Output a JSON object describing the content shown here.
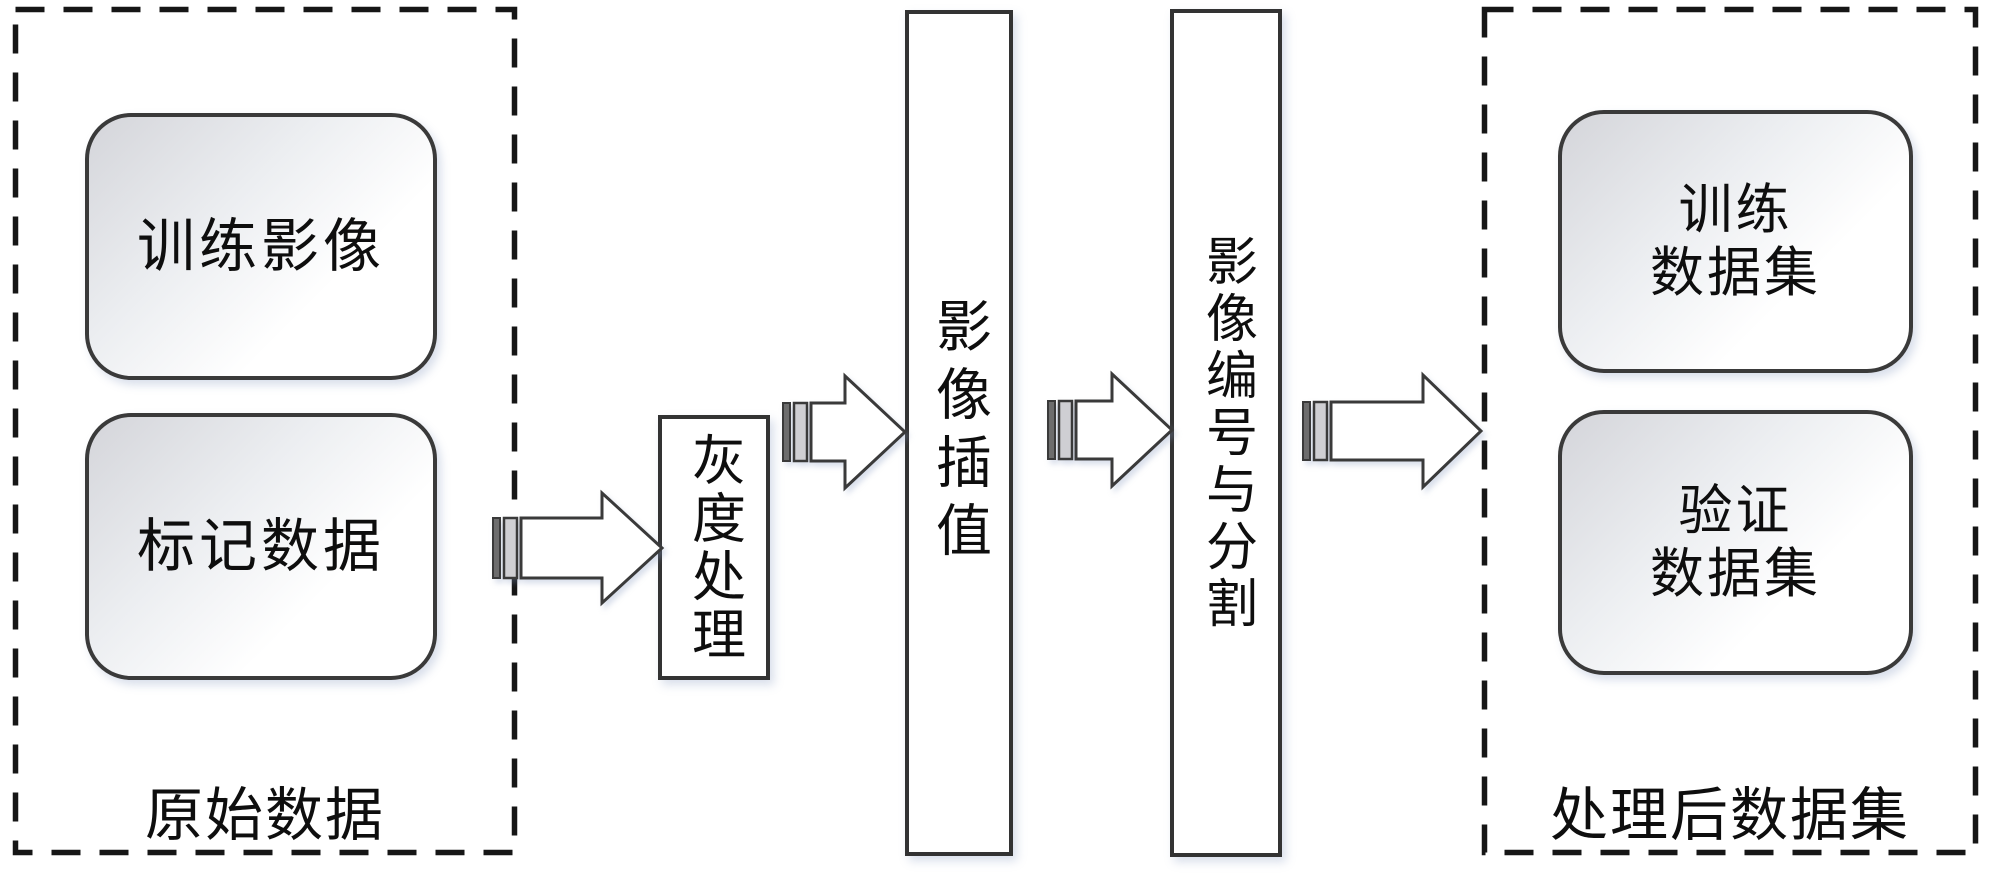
{
  "diagram": {
    "groups": {
      "raw_data": {
        "label": "原始数据"
      },
      "processed_dataset": {
        "label": "处理后数据集"
      }
    },
    "nodes": {
      "training_images": {
        "label": "训练影像"
      },
      "labeled_data": {
        "label": "标记数据"
      },
      "grayscale_processing": {
        "label": "灰度处理"
      },
      "image_interpolation": {
        "label": "影像插值"
      },
      "image_numbering_segmentation": {
        "label": "影像编号与分割"
      },
      "training_dataset": {
        "label": "训练\n数据集"
      },
      "validation_dataset": {
        "label": "验证\n数据集"
      }
    },
    "icons": {
      "flow_arrow": "striped-right-arrow"
    },
    "colors": {
      "background": "#ffffff",
      "border": "#333333",
      "dashed_border": "#161616",
      "text": "#0e0e0e",
      "node_gradient_start": "#d4d5da",
      "node_gradient_end": "#ffffff"
    }
  }
}
